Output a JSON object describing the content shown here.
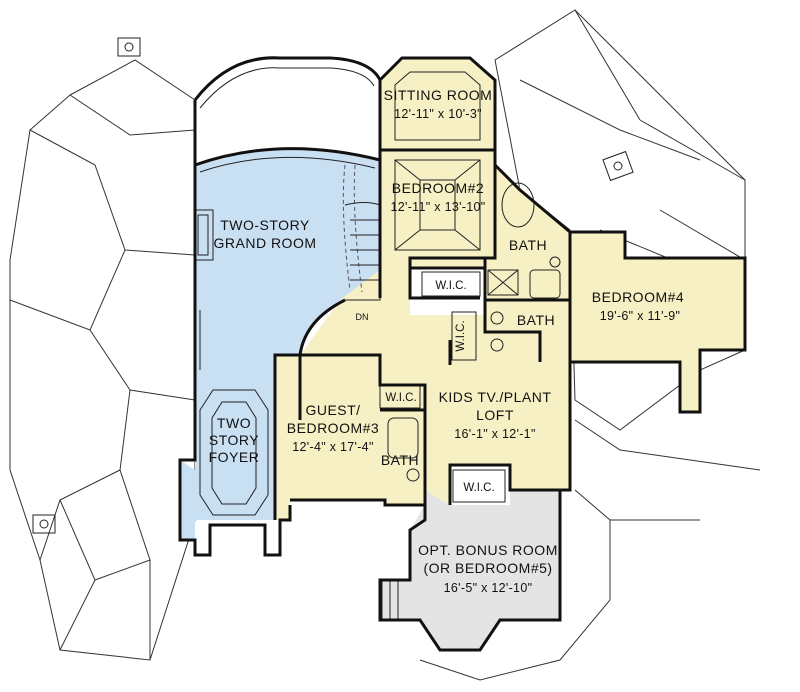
{
  "rooms": {
    "sitting": {
      "name": "SITTING ROOM",
      "dims": "12'-11\" x 10'-3\""
    },
    "bed2": {
      "name": "BEDROOM#2",
      "dims": "12'-11\" x 13'-10\""
    },
    "grand": {
      "line1": "TWO-STORY",
      "line2": "GRAND ROOM"
    },
    "bed4": {
      "name": "BEDROOM#4",
      "dims": "19'-6\" x 11'-9\""
    },
    "bath_upper": "BATH",
    "bath_mid": "BATH",
    "bath_guest": "BATH",
    "wic_upper": "W.I.C.",
    "wic_vertical": "W.I.C.",
    "wic_guest": "W.I.C.",
    "wic_bonus": "W.I.C.",
    "loft": {
      "line1": "KIDS TV./PLANT",
      "line2": "LOFT",
      "dims": "16'-1\" x 12'-1\""
    },
    "guest": {
      "line1": "GUEST/",
      "line2": "BEDROOM#3",
      "dims": "12'-4\" x 17'-4\""
    },
    "foyer": {
      "line1": "TWO",
      "line2": "STORY",
      "line3": "FOYER"
    },
    "bonus": {
      "line1": "OPT. BONUS ROOM",
      "line2": "(OR BEDROOM#5)",
      "dims": "16'-5\" x 12'-10\""
    },
    "stair_dn": "DN"
  },
  "colors": {
    "grand_fill": "#c9dff2",
    "bedroom_fill": "#f6f0c4",
    "bonus_fill": "#e4e4e4",
    "wall": "#111111"
  }
}
